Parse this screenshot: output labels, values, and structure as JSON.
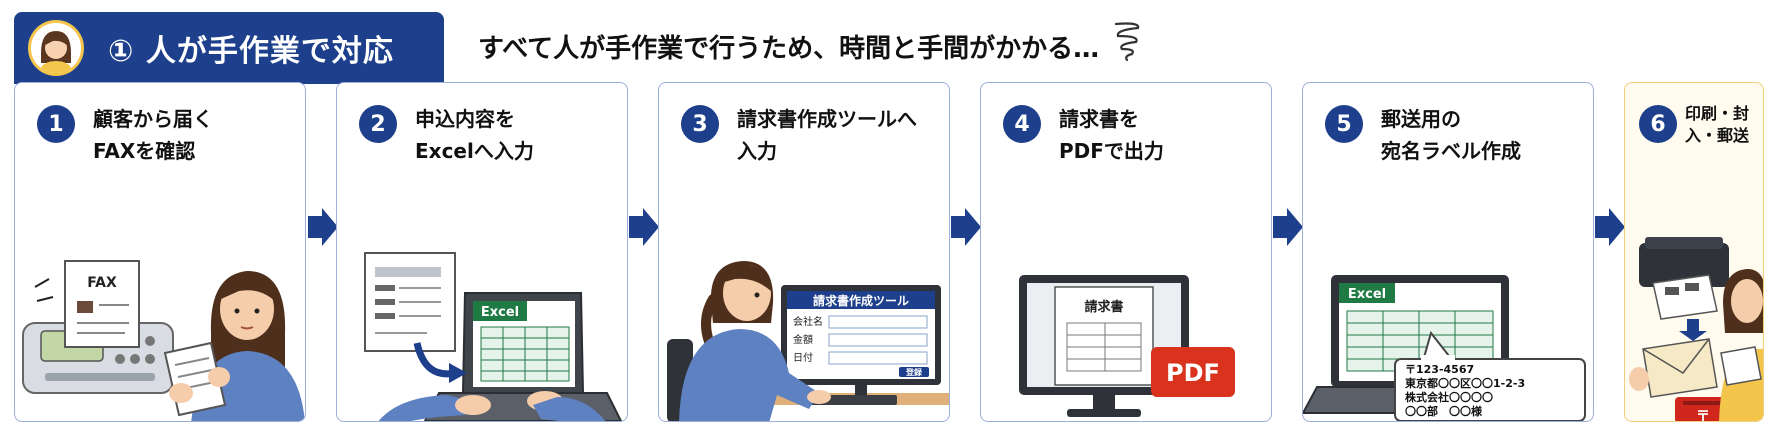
{
  "header": {
    "number": "①",
    "title": "人が手作業で対応",
    "description": "すべて人が手作業で行うため、時間と手間がかかる…"
  },
  "steps": [
    {
      "number": "1",
      "title": "顧客から届く\nFAXを確認",
      "fax_label": "FAX"
    },
    {
      "number": "2",
      "title": "申込内容を\nExcelへ入力",
      "excel_label": "Excel"
    },
    {
      "number": "3",
      "title": "請求書作成ツールへ\n入力",
      "tool_title": "請求書作成ツール",
      "fields": [
        "会社名",
        "金額",
        "日付"
      ],
      "register_button": "登録"
    },
    {
      "number": "4",
      "title": "請求書を\nPDFで出力",
      "doc_title": "請求書",
      "pdf_label": "PDF"
    },
    {
      "number": "5",
      "title": "郵送用の\n宛名ラベル作成",
      "excel_label": "Excel",
      "address_lines": [
        "〒123-4567",
        "東京都〇〇区〇〇1-2-3",
        "株式会社〇〇〇〇",
        "〇〇部　〇〇様"
      ]
    },
    {
      "number": "6",
      "title": "印刷・封入・郵送",
      "post_mark": "〒"
    }
  ],
  "colors": {
    "navy": "#1d3f8c",
    "excel_green": "#1f7a44",
    "pdf_red": "#d9331e",
    "post_red": "#d0261b"
  }
}
